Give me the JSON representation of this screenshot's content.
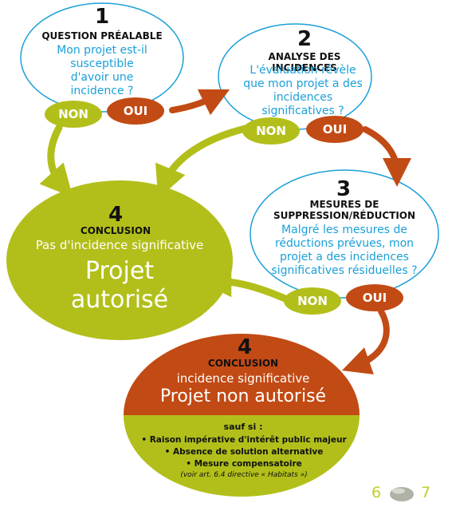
{
  "step1": {
    "number": "1",
    "heading": "QUESTION PRÉALABLE",
    "question": "Mon projet est-il susceptible d'avoir une incidence ?",
    "no_label": "NON",
    "yes_label": "OUI"
  },
  "step2": {
    "number": "2",
    "heading": "ANALYSE DES INCIDENCES",
    "question": "L'évaluation révèle que mon projet a des incidences significatives ?",
    "no_label": "NON",
    "yes_label": "OUI"
  },
  "step3": {
    "number": "3",
    "heading_line1": "MESURES DE",
    "heading_line2": "SUPPRESSION/RÉDUCTION",
    "question": "Malgré les mesures de réductions prévues, mon projet a des incidences significatives résiduelles ?",
    "no_label": "NON",
    "yes_label": "OUI"
  },
  "conclusion_ok": {
    "number": "4",
    "heading": "CONCLUSION",
    "subtitle": "Pas d'incidence significative",
    "result_line1": "Projet",
    "result_line2": "autorisé"
  },
  "conclusion_ko": {
    "number": "4",
    "heading": "CONCLUSION",
    "subtitle": "incidence significative",
    "result": "Projet non autorisé",
    "exception_title": "sauf si :",
    "exceptions": [
      "• Raison impérative d'intérêt public majeur",
      "• Absence de solution alternative",
      "• Mesure compensatoire"
    ],
    "note": "(voir art. 6.4 directive « Habitats »)"
  },
  "page_numbers": {
    "left": "6",
    "right": "7"
  },
  "colors": {
    "green": "#b2bf1a",
    "orange": "#c24a14",
    "blue_outline": "#1aa0d8",
    "blue_text": "#1aa0d8"
  }
}
